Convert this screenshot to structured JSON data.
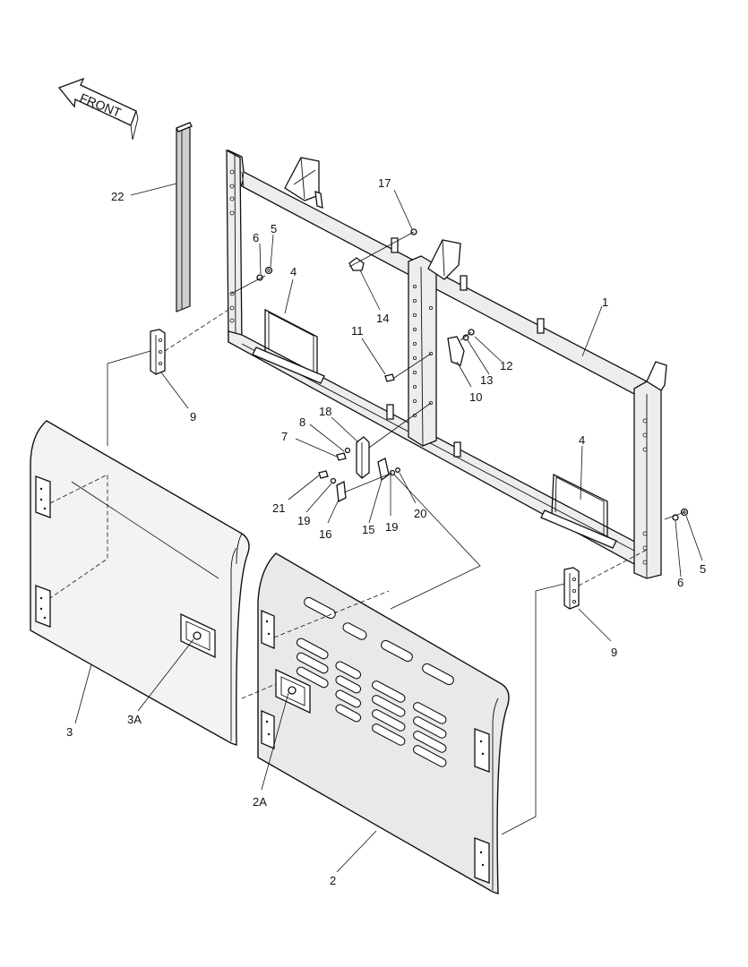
{
  "front_label": "FRONT",
  "callouts": [
    {
      "id": "c1",
      "text": "1"
    },
    {
      "id": "c2",
      "text": "2"
    },
    {
      "id": "c2a",
      "text": "2A"
    },
    {
      "id": "c3",
      "text": "3"
    },
    {
      "id": "c3a",
      "text": "3A"
    },
    {
      "id": "c4a",
      "text": "4"
    },
    {
      "id": "c4b",
      "text": "4"
    },
    {
      "id": "c5a",
      "text": "5"
    },
    {
      "id": "c5b",
      "text": "5"
    },
    {
      "id": "c6a",
      "text": "6"
    },
    {
      "id": "c6b",
      "text": "6"
    },
    {
      "id": "c7",
      "text": "7"
    },
    {
      "id": "c8",
      "text": "8"
    },
    {
      "id": "c9a",
      "text": "9"
    },
    {
      "id": "c9b",
      "text": "9"
    },
    {
      "id": "c10",
      "text": "10"
    },
    {
      "id": "c11",
      "text": "11"
    },
    {
      "id": "c12",
      "text": "12"
    },
    {
      "id": "c13",
      "text": "13"
    },
    {
      "id": "c14",
      "text": "14"
    },
    {
      "id": "c15",
      "text": "15"
    },
    {
      "id": "c16",
      "text": "16"
    },
    {
      "id": "c17",
      "text": "17"
    },
    {
      "id": "c18",
      "text": "18"
    },
    {
      "id": "c19a",
      "text": "19"
    },
    {
      "id": "c19b",
      "text": "19"
    },
    {
      "id": "c20",
      "text": "20"
    },
    {
      "id": "c21",
      "text": "21"
    },
    {
      "id": "c22",
      "text": "22"
    }
  ]
}
